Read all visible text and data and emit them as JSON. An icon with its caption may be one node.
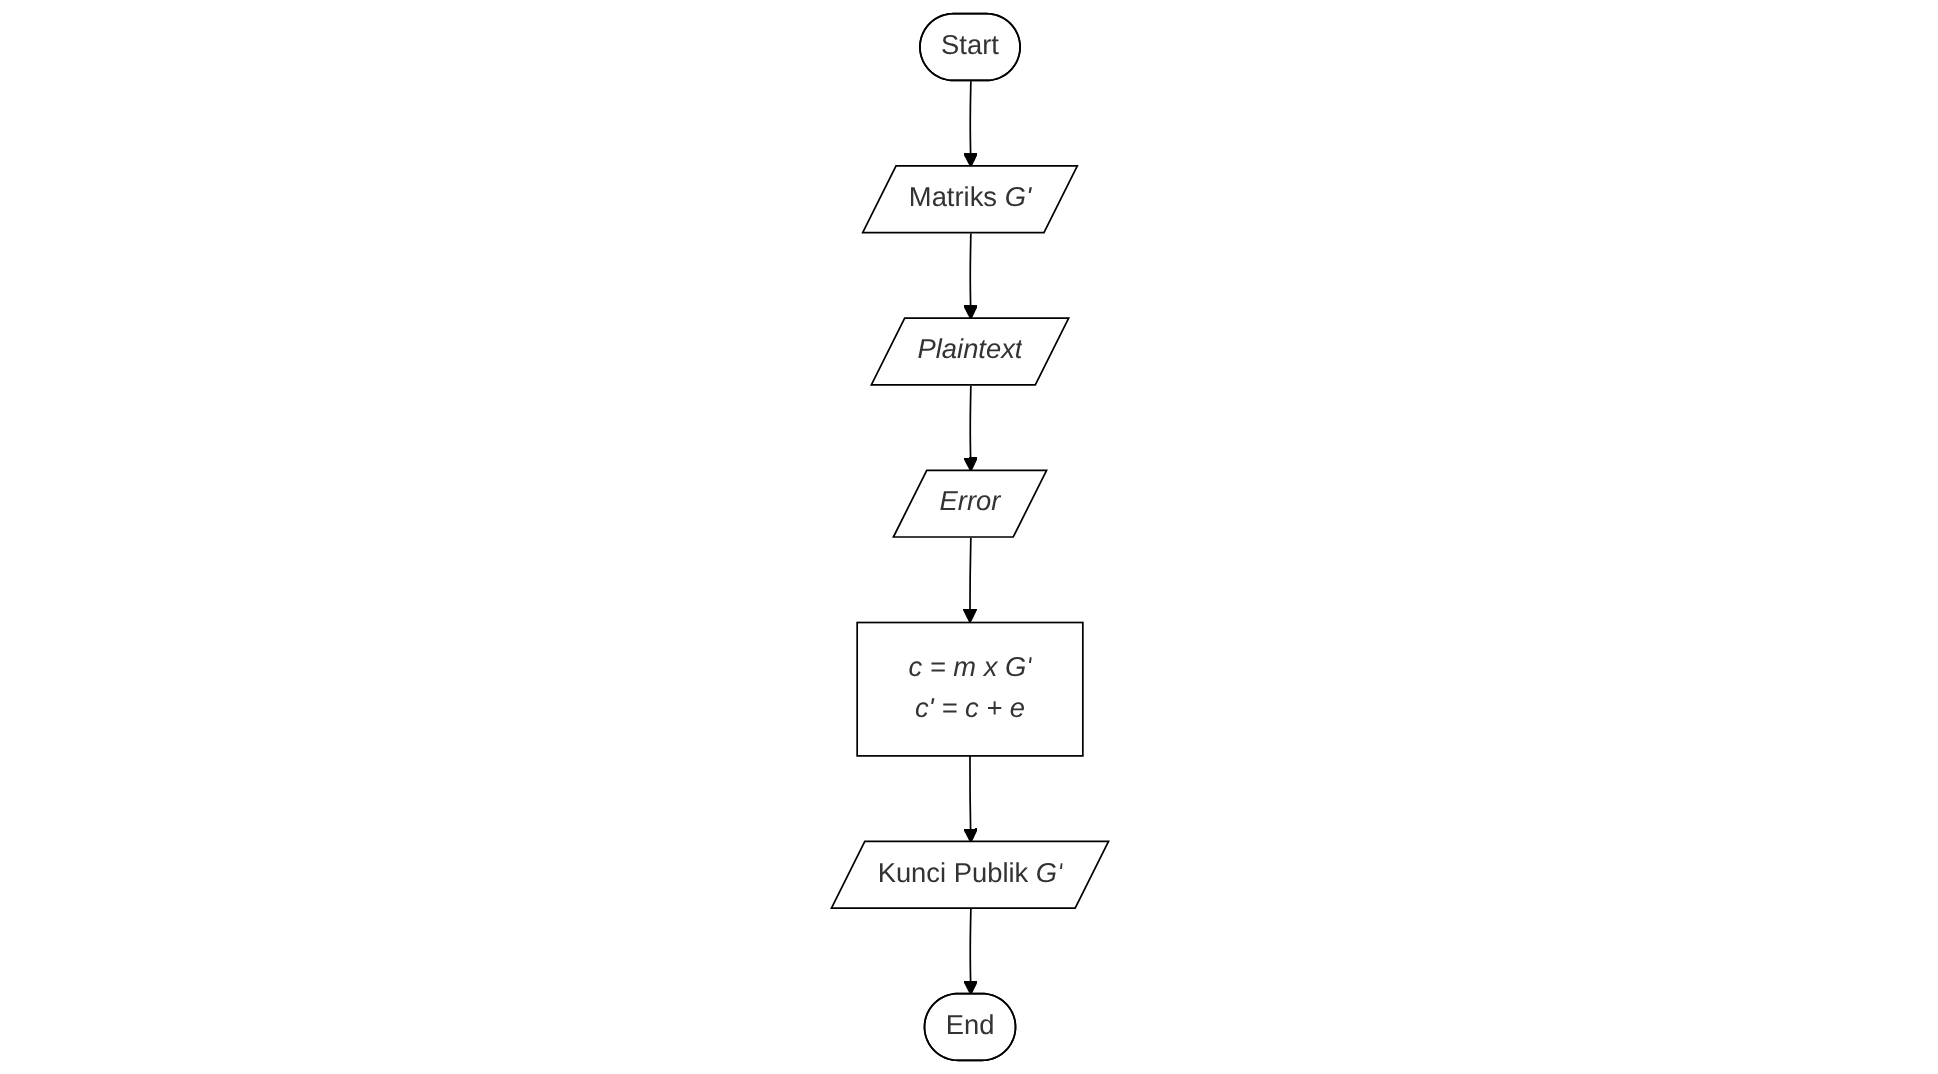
{
  "diagram": {
    "nodes": [
      {
        "text": [
          "Start"
        ]
      },
      {
        "text": [
          "Matriks *G'*"
        ]
      },
      {
        "text": [
          "Plaintext"
        ]
      },
      {
        "text": [
          "Error"
        ]
      },
      {
        "text": [
          "c = m x G'",
          "c' = c + e"
        ]
      },
      {
        "text": [
          "Kunci Publik *G'*"
        ]
      },
      {
        "text": [
          "End"
        ]
      }
    ],
    "edges": [
      {
        "from": 0,
        "to": 1,
        "arrow": "to"
      },
      {
        "from": 1,
        "to": 2,
        "arrow": "to"
      },
      {
        "from": 2,
        "to": 3,
        "arrow": "to"
      },
      {
        "from": 3,
        "to": 4,
        "arrow": "to"
      },
      {
        "from": 4,
        "to": 5,
        "arrow": "to"
      },
      {
        "from": 5,
        "to": 6,
        "arrow": "to"
      }
    ]
  }
}
